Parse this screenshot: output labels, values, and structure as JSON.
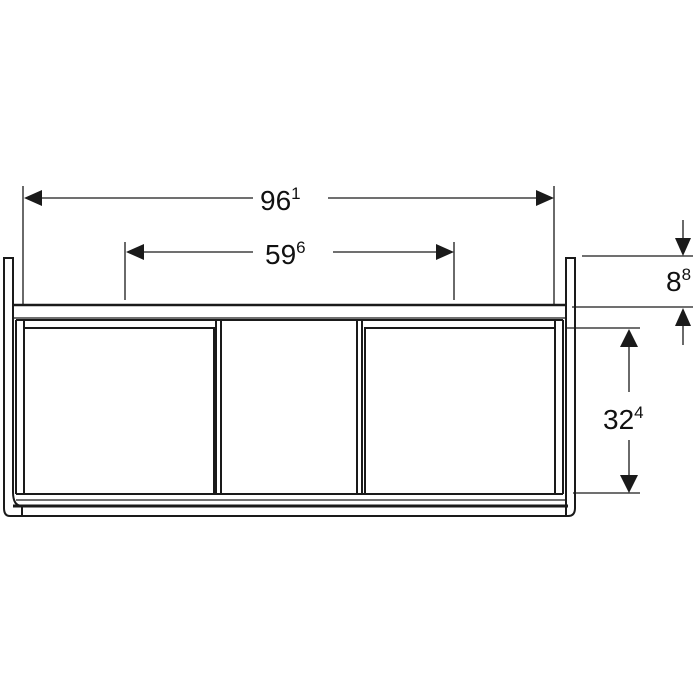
{
  "diagram": {
    "title": "Vanity unit front view with dimensions",
    "colors": {
      "line": "#1a1a1a",
      "background": "#ffffff"
    },
    "dimensions": {
      "overall_width": {
        "main": "96",
        "sup": "1",
        "orientation": "horizontal"
      },
      "drawer_span": {
        "main": "59",
        "sup": "6",
        "orientation": "horizontal"
      },
      "top_offset": {
        "main": "8",
        "sup": "8",
        "orientation": "vertical"
      },
      "drawer_height": {
        "main": "32",
        "sup": "4",
        "orientation": "vertical"
      }
    },
    "components": {
      "cabinet": "cabinet-body",
      "drawers": [
        "left-drawer",
        "center-drawer",
        "right-drawer"
      ],
      "side_panels": [
        "left-side-panel",
        "right-side-panel"
      ],
      "plinth": "bottom-plinth"
    }
  }
}
